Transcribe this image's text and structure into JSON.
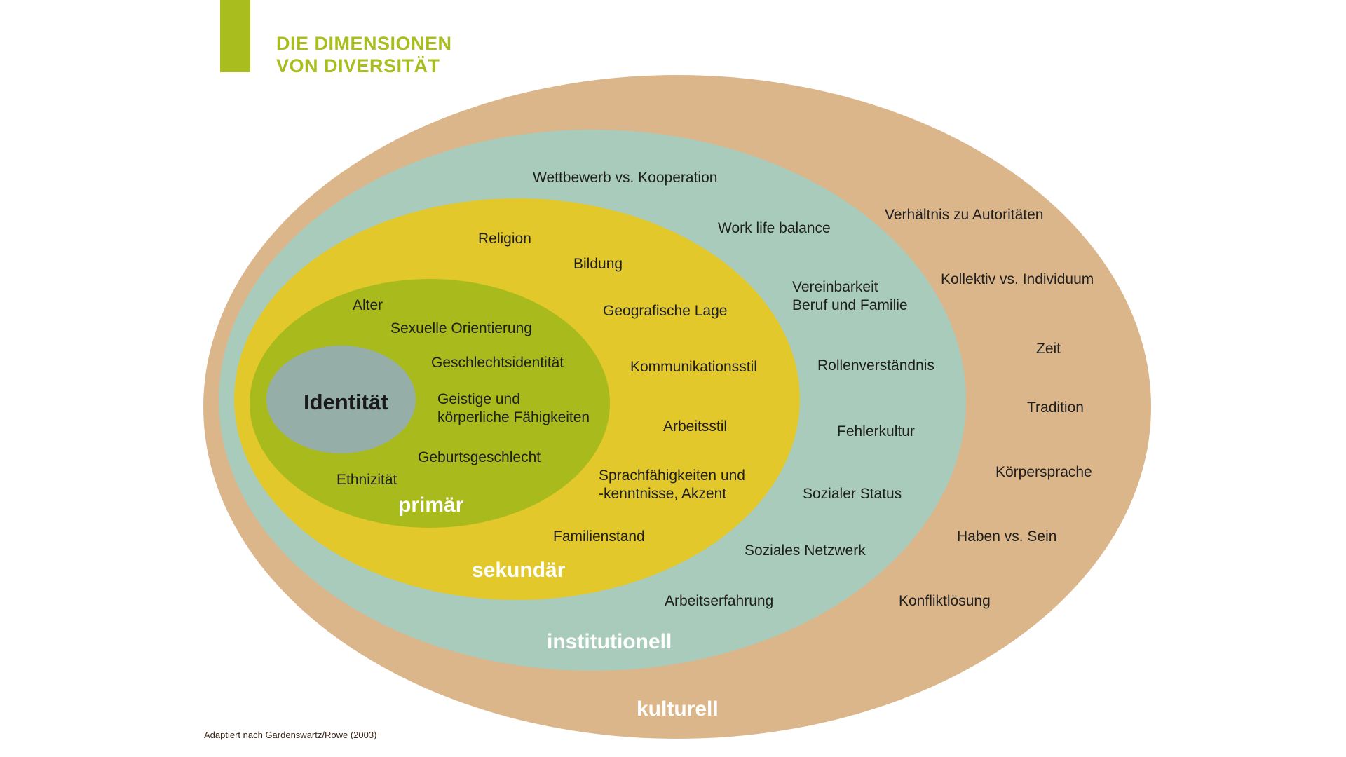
{
  "header": {
    "title_line1": "DIE DIMENSIONEN",
    "title_line2": "VON DIVERSITÄT",
    "accent_color": "#a9be1e"
  },
  "rings": {
    "kulturell": {
      "label": "kulturell",
      "color": "#dbb68b",
      "items": [
        "Verhältnis zu Autoritäten",
        "Kollektiv vs. Individuum",
        "Zeit",
        "Tradition",
        "Körpersprache",
        "Haben vs. Sein",
        "Konfliktlösung"
      ]
    },
    "institutionell": {
      "label": "institutionell",
      "color": "#a9cbbb",
      "items": [
        "Wettbewerb vs. Kooperation",
        "Work life balance",
        "Vereinbarkeit\nBeruf und Familie",
        "Rollenverständnis",
        "Fehlerkultur",
        "Sozialer Status",
        "Soziales Netzwerk",
        "Arbeitserfahrung"
      ]
    },
    "sekundaer": {
      "label": "sekundär",
      "color": "#e2c82a",
      "items": [
        "Religion",
        "Bildung",
        "Geografische Lage",
        "Kommunikationsstil",
        "Arbeitsstil",
        "Sprachfähigkeiten und\n-kenntnisse, Akzent",
        "Familienstand"
      ]
    },
    "primaer": {
      "label": "primär",
      "color": "#a9bb1c",
      "items": [
        "Alter",
        "Sexuelle Orientierung",
        "Geschlechtsidentität",
        "Geistige und\nkörperliche Fähigkeiten",
        "Geburtsgeschlecht",
        "Ethnizität"
      ]
    },
    "core": {
      "label": "Identität",
      "color": "#95aea8"
    }
  },
  "source_note": "Adaptiert nach Gardenswartz/Rowe (2003)"
}
